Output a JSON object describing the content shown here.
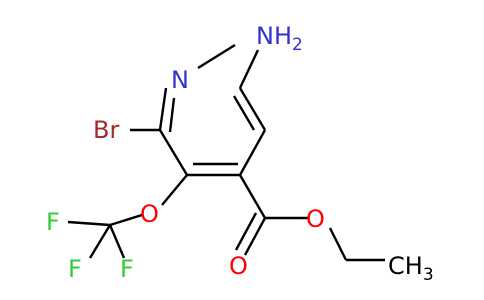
{
  "molecule": {
    "atoms": {
      "amine": {
        "symbol": "NH",
        "subscript": "2"
      },
      "ring_nitrogen": {
        "symbol": "N"
      },
      "bromine": {
        "symbol": "Br"
      },
      "ether_oxygen": {
        "symbol": "O"
      },
      "fluorine_1": {
        "symbol": "F"
      },
      "fluorine_2": {
        "symbol": "F"
      },
      "fluorine_3": {
        "symbol": "F"
      },
      "carbonyl_oxygen": {
        "symbol": "O"
      },
      "ester_oxygen": {
        "symbol": "O"
      },
      "methyl": {
        "symbol": "CH",
        "subscript": "3"
      }
    },
    "colors": {
      "bond": "#000000",
      "nitrogen": "#3232cc",
      "bromine": "#a52a2a",
      "oxygen": "#ff0000",
      "fluorine": "#33cc33",
      "carbon_label": "#000000"
    }
  }
}
